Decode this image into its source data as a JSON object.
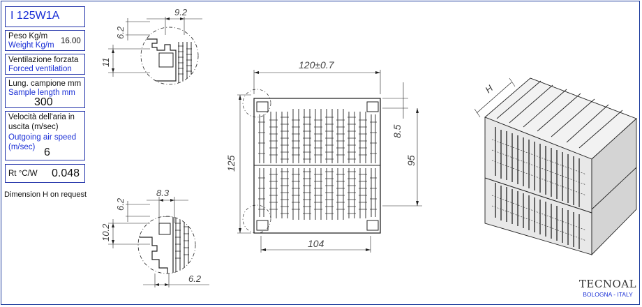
{
  "spec": {
    "code": "I 125W1A",
    "weight_it": "Peso Kg/m",
    "weight_en": "Weight Kg/m",
    "weight_value": "16.00",
    "vent_it": "Ventilazione forzata",
    "vent_en": "Forced ventilation",
    "length_it": "Lung. campione mm",
    "length_en": "Sample length mm",
    "length_value": "300",
    "speed_it_1": "Velocità dell'aria in",
    "speed_it_2": "uscita (m/sec)",
    "speed_en_1": "Outgoing air speed",
    "speed_en_2": "(m/sec)",
    "speed_value": "6",
    "rt_label": "Rt °C/W",
    "rt_value": "0.048",
    "dimension_note": "Dimension H on request"
  },
  "dims": {
    "top_detail_width": "9.2",
    "top_detail_slot": "6.2",
    "top_detail_height": "11",
    "bottom_detail_width": "8.3",
    "bottom_detail_slot": "6.2",
    "bottom_detail_height": "10.2",
    "bottom_detail_base": "6.2",
    "main_width": "120±0.7",
    "main_height": "125",
    "main_bottom_width": "104",
    "main_right_small": "8.5",
    "main_right_tall": "95",
    "iso_label": "H"
  },
  "brand": {
    "name": "TECNOAL",
    "city": "BOLOGNA - ITALY"
  }
}
